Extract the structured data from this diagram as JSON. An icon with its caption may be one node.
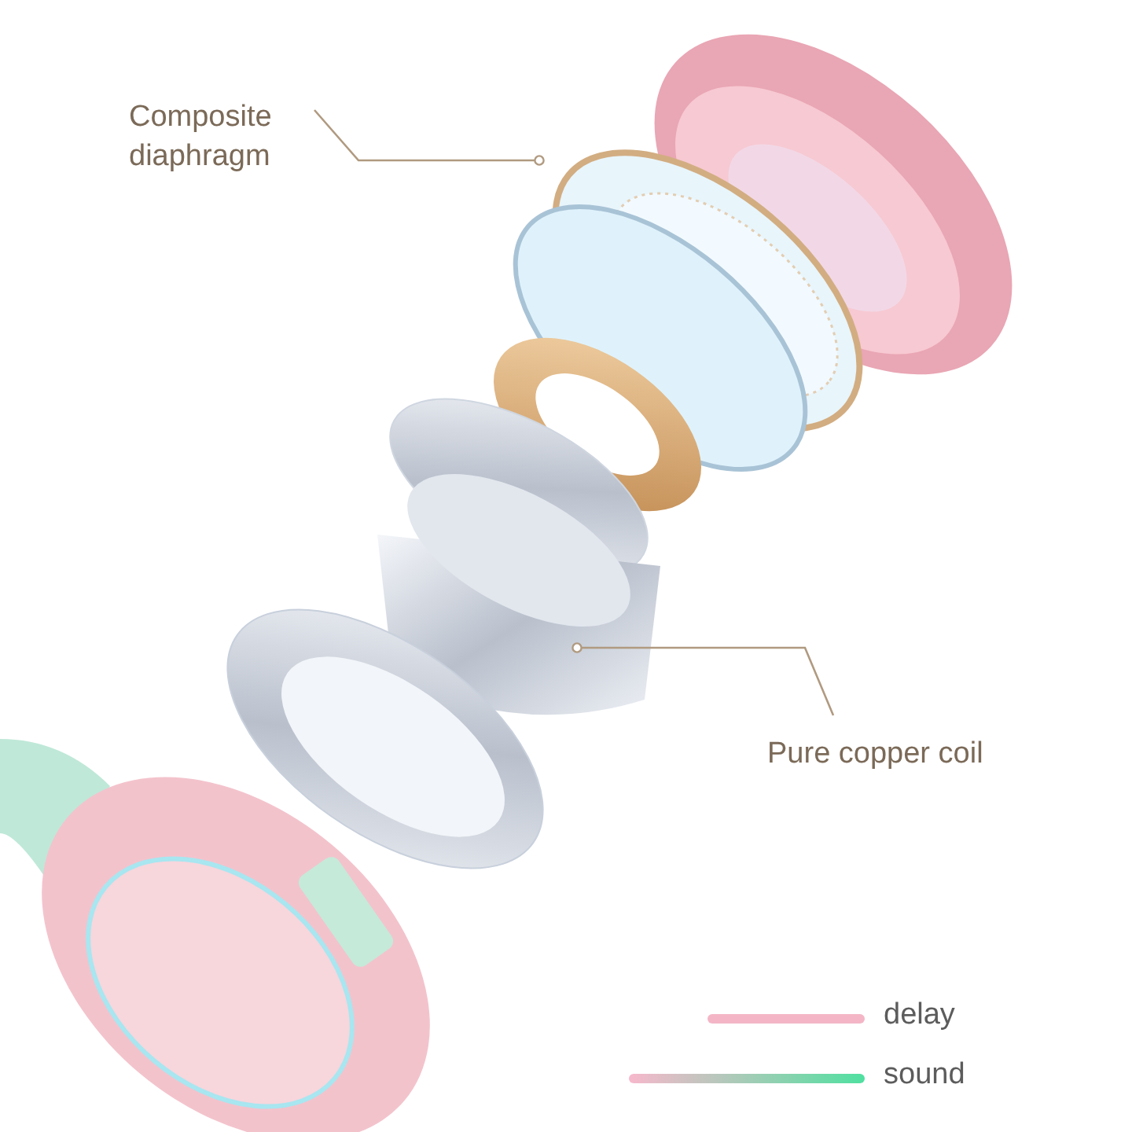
{
  "diagram": {
    "nodes": [
      {
        "text": [
          "Composite diaphragm"
        ]
      },
      {
        "text": [],
        "shape": "circle"
      },
      {
        "text": [
          "Pure copper coil"
        ]
      },
      {
        "text": [],
        "shape": "cylinder"
      }
    ],
    "edges": [
      {
        "from": 0,
        "to": 1,
        "arrow": "other"
      },
      {
        "from": 2,
        "to": 3,
        "arrow": "other"
      }
    ],
    "legend": [
      {
        "text": "delay",
        "color": "#f4b6c6"
      },
      {
        "text": "sound"
      }
    ]
  }
}
